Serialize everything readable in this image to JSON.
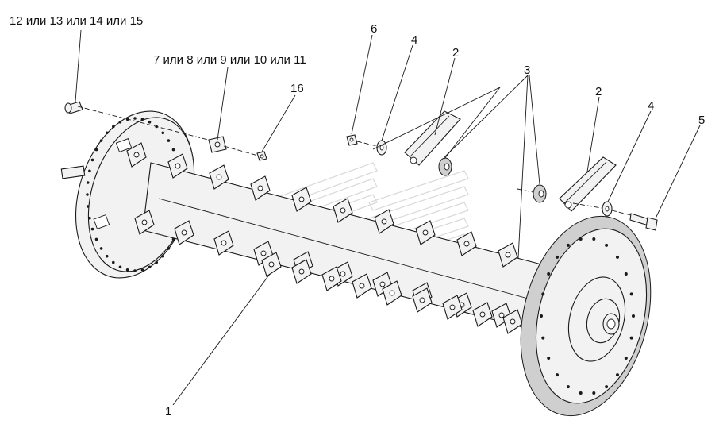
{
  "callouts": {
    "c1": "1",
    "c2a": "2",
    "c2b": "2",
    "c3": "3",
    "c4a": "4",
    "c4b": "4",
    "c5": "5",
    "c6": "6",
    "c16": "16",
    "c_7_11": "7 или 8 или 9 или 10 или 11",
    "c_12_15": "12 или 13 или 14 или 15"
  }
}
